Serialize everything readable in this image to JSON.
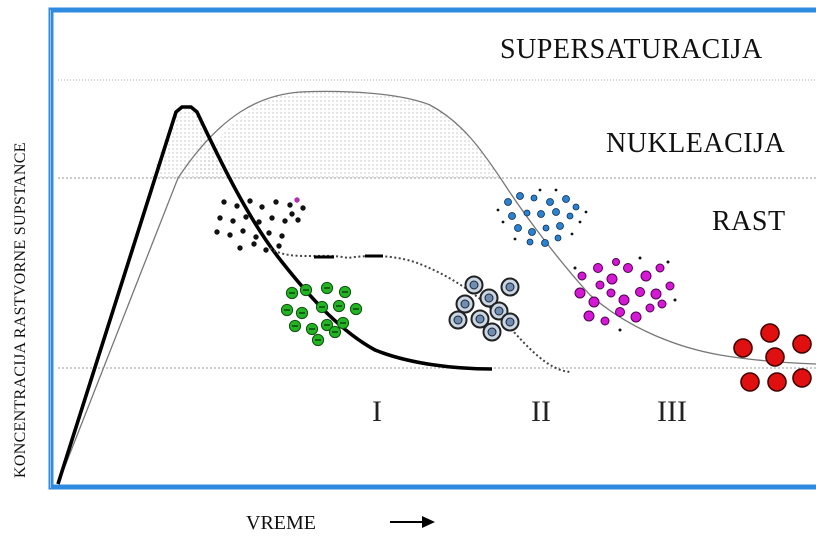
{
  "labels": {
    "supersaturation": "SUPERSATURACIJA",
    "nucleation": "NUKLEACIJA",
    "growth": "RAST",
    "stage_1": "I",
    "stage_2": "II",
    "stage_3": "III",
    "y_axis": "KONCENTRACIJA RASTVORNE SUPSTANCE",
    "x_axis": "VREME"
  },
  "colors": {
    "frame": "#2f8be0",
    "curve": "#000000",
    "thin_curve": "#777777",
    "guide": "#9a9a9a",
    "particles_black": "#111111",
    "particles_green": "#22b422",
    "particles_blue": "#2a82d0",
    "particles_grey": "#6f8fb0",
    "particles_magenta": "#d418d4",
    "particles_red": "#e01010"
  }
}
